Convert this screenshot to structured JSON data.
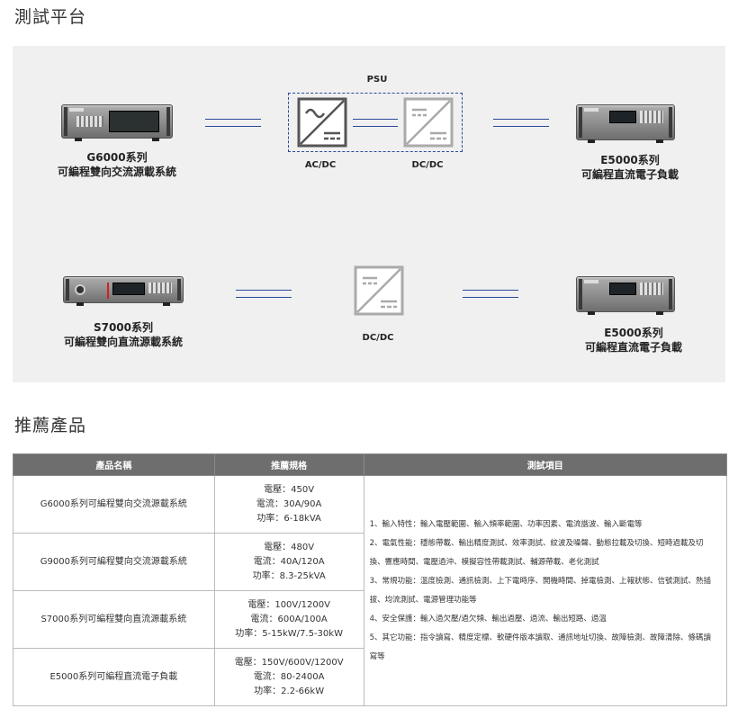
{
  "titles": {
    "test_platform": "測試平台",
    "recommended": "推薦產品"
  },
  "diagram": {
    "psu_label": "PSU",
    "acdc_label": "AC/DC",
    "dcdc_label": "DC/DC",
    "dcdc_label_2": "DC/DC",
    "top_left": {
      "line1": "G6000系列",
      "line2": "可編程雙向交流源載系統"
    },
    "top_right": {
      "line1": "E5000系列",
      "line2": "可編程直流電子負載"
    },
    "bottom_left": {
      "line1": "S7000系列",
      "line2": "可編程雙向直流源載系統"
    },
    "bottom_right": {
      "line1": "E5000系列",
      "line2": "可編程直流電子負載"
    }
  },
  "table": {
    "headers": [
      "產品名稱",
      "推薦規格",
      "測試項目"
    ],
    "rows": [
      {
        "name": "G6000系列可編程雙向交流源載系統",
        "specs": [
          "電壓：450V",
          "電流：30A/90A",
          "功率：6-18kVA"
        ]
      },
      {
        "name": "G9000系列可編程雙向交流源載系統",
        "specs": [
          "電壓：480V",
          "電流：40A/120A",
          "功率：8.3-25kVA"
        ]
      },
      {
        "name": "S7000系列可編程雙向直流源載系統",
        "specs": [
          "電壓：100V/1200V",
          "電流：600A/100A",
          "功率：5-15kW/7.5-30kW"
        ]
      },
      {
        "name": "E5000系列可編程直流電子負載",
        "specs": [
          "電壓：150V/600V/1200V",
          "電流：80-2400A",
          "功率：2.2-66kW"
        ]
      }
    ],
    "test_items": [
      "1、輸入特性：輸入電壓範圍、輸入頻率範圍、功率因素、電流諧波、輸入斷電等",
      "2、電氣性能：穩態帶載、輸出精度測試、效率測試、紋波及噪聲、動態拉載及切換、短時過載及切換、響應時間、電壓過沖、模擬容性帶載測試、輔源帶載、老化測試",
      "3、常規功能：溫度檢測、通訊檢測、上下電時序、開機時間、掉電檢測、上報狀態、信號測試、熱插拔、均流測試、電源管理功能等",
      "4、安全保護：輸入過欠壓/過欠頻、輸出過壓、過流、輸出短路、過溫",
      "5、其它功能：指令讀寫、精度定標、軟硬件版本讀取、通訊地址切換、故障檢測、故障清除、條碼讀寫等"
    ]
  }
}
